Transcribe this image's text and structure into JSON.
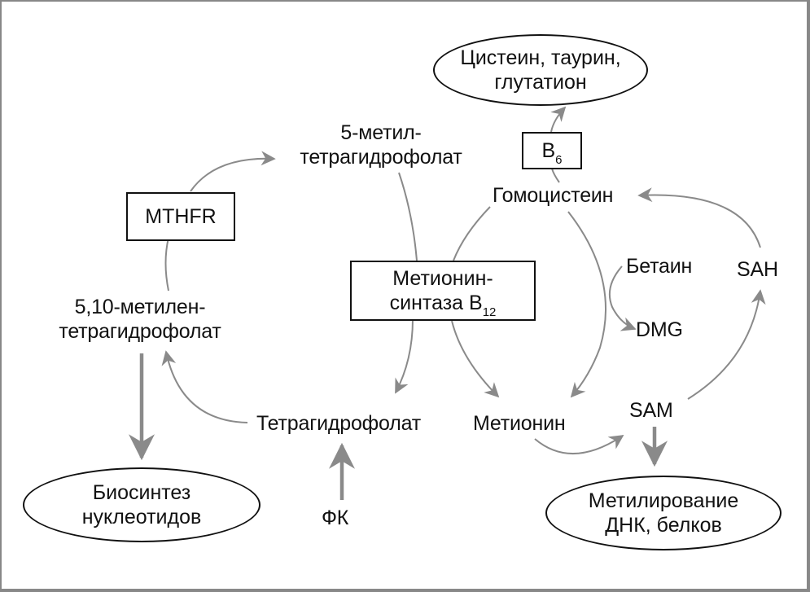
{
  "diagram": {
    "colors": {
      "arrow": "#8a8a8a",
      "text": "#111111",
      "border": "#111111",
      "frame": "#888888"
    },
    "nodes": {
      "cysteine": {
        "line1": "Цистеин, таурин,",
        "line2": "глутатион"
      },
      "b6": {
        "base": "B",
        "sub": "6"
      },
      "homocysteine": {
        "label": "Гомоцистеин"
      },
      "methyl_thf": {
        "line1": "5-метил-",
        "line2": "тетрагидрофолат"
      },
      "mthfr": {
        "label": "MTHFR"
      },
      "methylene_thf": {
        "line1": "5,10-метилен-",
        "line2": "тетрагидрофолат"
      },
      "methionine_synthase": {
        "line1": "Метионин-",
        "line2_base": "синтаза B",
        "line2_sub": "12"
      },
      "betaine": {
        "label": "Бетаин"
      },
      "dmg": {
        "label": "DMG"
      },
      "sah": {
        "label": "SAH"
      },
      "sam": {
        "label": "SAM"
      },
      "thf": {
        "label": "Тетрагидрофолат"
      },
      "methionine": {
        "label": "Метионин"
      },
      "fk": {
        "label": "ФК"
      },
      "nucleotide": {
        "line1": "Биосинтез",
        "line2": "нуклеотидов"
      },
      "methylation": {
        "line1": "Метилирование",
        "line2": "ДНК, белков"
      }
    },
    "edges": [
      {
        "from": "methylene_thf",
        "to": "methyl_thf",
        "via": "mthfr"
      },
      {
        "from": "methyl_thf",
        "to": "thf",
        "via": "methionine_synthase"
      },
      {
        "from": "homocysteine",
        "to": "methionine",
        "via": "methionine_synthase"
      },
      {
        "from": "homocysteine",
        "to": "cysteine",
        "via": "b6"
      },
      {
        "from": "homocysteine",
        "to": "methionine",
        "via": "betaine"
      },
      {
        "from": "betaine",
        "to": "dmg"
      },
      {
        "from": "methionine",
        "to": "sam"
      },
      {
        "from": "sam",
        "to": "sah"
      },
      {
        "from": "sah",
        "to": "homocysteine"
      },
      {
        "from": "sam",
        "to": "methylation",
        "style": "thick"
      },
      {
        "from": "thf",
        "to": "methylene_thf"
      },
      {
        "from": "methylene_thf",
        "to": "nucleotide",
        "style": "thick"
      },
      {
        "from": "fk",
        "to": "thf",
        "style": "thick"
      }
    ]
  }
}
